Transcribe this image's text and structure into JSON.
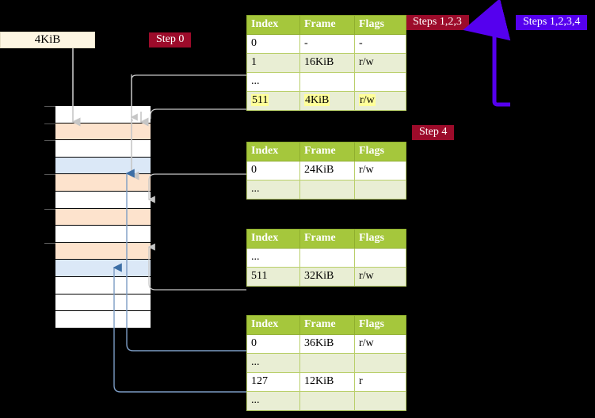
{
  "diagram": {
    "title_absent": true,
    "size_box": {
      "label": "4KiB"
    },
    "badges": {
      "step0": "Step 0",
      "steps123": "Steps 1,2,3",
      "steps1234": "Steps 1,2,3,4",
      "step4": "Step 4"
    },
    "colors": {
      "badge_red": "#9c0b2a",
      "badge_blue": "#5500ee",
      "table_header": "#a5c73c",
      "table_alt_row": "#e9eed4",
      "highlight": "#ffff99",
      "mem_peach": "#fde3cd",
      "mem_blue": "#dbe8f7",
      "size_box": "#fdf6e3",
      "gray_arrow": "#c6c6c6",
      "blue_arrow": "#7c9cc4",
      "purple_arrow": "#5500ee",
      "background": "#000000"
    },
    "memory_rows": [
      {
        "index": 0,
        "fill": "white",
        "tick": true
      },
      {
        "index": 1,
        "fill": "peach",
        "tick": true
      },
      {
        "index": 2,
        "fill": "white",
        "tick": true
      },
      {
        "index": 3,
        "fill": "blue",
        "tick": false
      },
      {
        "index": 4,
        "fill": "peach",
        "tick": true
      },
      {
        "index": 5,
        "fill": "white",
        "tick": false
      },
      {
        "index": 6,
        "fill": "peach",
        "tick": true
      },
      {
        "index": 7,
        "fill": "white",
        "tick": false
      },
      {
        "index": 8,
        "fill": "peach",
        "tick": true
      },
      {
        "index": 9,
        "fill": "blue",
        "tick": false
      },
      {
        "index": 10,
        "fill": "white",
        "tick": false
      },
      {
        "index": 11,
        "fill": "white",
        "tick": false
      },
      {
        "index": 12,
        "fill": "white",
        "tick": false
      }
    ]
  },
  "tables": {
    "headers": {
      "index": "Index",
      "frame": "Frame",
      "flags": "Flags"
    },
    "t1": {
      "rows": [
        {
          "index": "0",
          "frame": "-",
          "flags": "-",
          "style": "plain",
          "highlight": false
        },
        {
          "index": "1",
          "frame": "16KiB",
          "flags": "r/w",
          "style": "alt",
          "highlight": false
        },
        {
          "index": "...",
          "frame": "",
          "flags": "",
          "style": "plain",
          "highlight": false
        },
        {
          "index": "511",
          "frame": "4KiB",
          "flags": "r/w",
          "style": "alt",
          "highlight": true
        }
      ]
    },
    "t2": {
      "rows": [
        {
          "index": "0",
          "frame": "24KiB",
          "flags": "r/w",
          "style": "plain",
          "highlight": false
        },
        {
          "index": "...",
          "frame": "",
          "flags": "",
          "style": "alt",
          "highlight": false
        }
      ]
    },
    "t3": {
      "rows": [
        {
          "index": "...",
          "frame": "",
          "flags": "",
          "style": "plain",
          "highlight": false
        },
        {
          "index": "511",
          "frame": "32KiB",
          "flags": "r/w",
          "style": "alt",
          "highlight": false
        }
      ]
    },
    "t4": {
      "rows": [
        {
          "index": "0",
          "frame": "36KiB",
          "flags": "r/w",
          "style": "plain",
          "highlight": false
        },
        {
          "index": "...",
          "frame": "",
          "flags": "",
          "style": "alt",
          "highlight": false
        },
        {
          "index": "127",
          "frame": "12KiB",
          "flags": "r",
          "style": "plain",
          "highlight": false
        },
        {
          "index": "...",
          "frame": "",
          "flags": "",
          "style": "alt",
          "highlight": false
        }
      ]
    }
  }
}
